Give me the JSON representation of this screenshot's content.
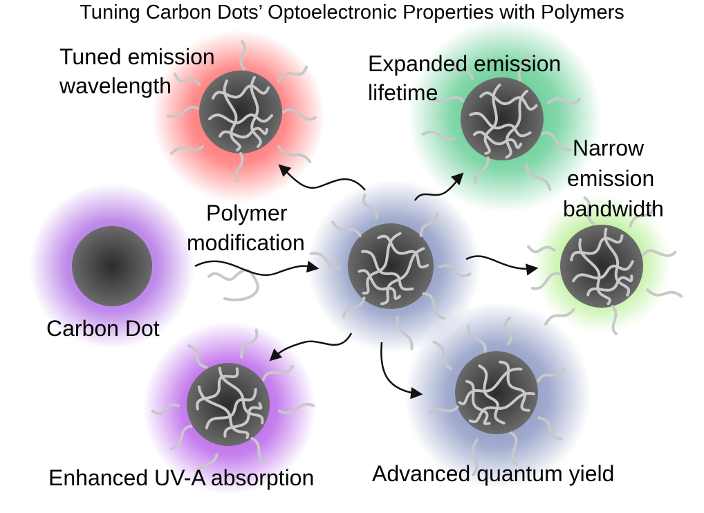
{
  "title": "Tuning Carbon Dots’ Optoelectronic Properties with Polymers",
  "labels": {
    "tuned_1": "Tuned emission",
    "tuned_2": "wavelength",
    "expanded_1": "Expanded emission",
    "expanded_2": "lifetime",
    "narrow_1": "Narrow",
    "narrow_2": "emission",
    "narrow_3": "bandwidth",
    "polymer_1": "Polymer",
    "polymer_2": "modification",
    "carbon_dot": "Carbon Dot",
    "uva": "Enhanced UV-A absorption",
    "quantum": "Advanced quantum yield"
  },
  "colors": {
    "red_glow": "#ff5a5a",
    "green_glow": "#3fc17a",
    "lime_glow": "#a6ec7a",
    "purple_glow": "#a45ae0",
    "magenta_glow": "#b255e8",
    "blue_glow": "#6f7fb4",
    "dot_core": "#2b2b2b",
    "dot_edge": "#6a6a6a",
    "polymer_strand": "#c8c8c8",
    "arrow": "#111111"
  }
}
